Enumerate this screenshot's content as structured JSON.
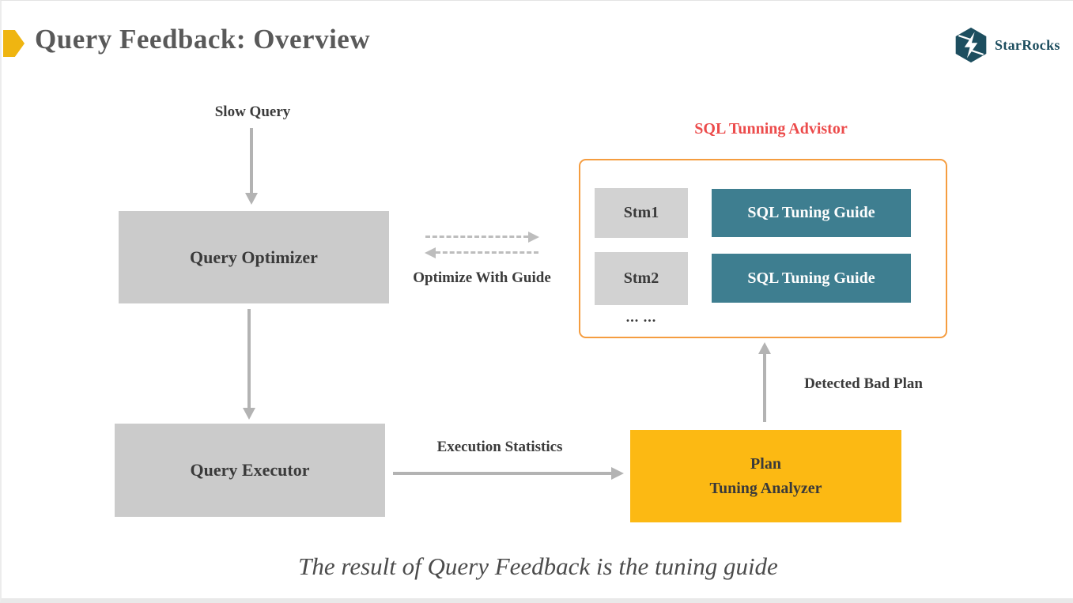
{
  "page": {
    "title": "Query Feedback: Overview",
    "brand": "StarRocks",
    "caption": "The result of Query Feedback is the tuning guide"
  },
  "colors": {
    "accent_gold": "#EFB511",
    "node_gray": "#CBCBCB",
    "node_gray_small": "#D2D2D2",
    "teal": "#3E7E90",
    "analyzer_yellow": "#FCB913",
    "advisor_border_orange": "#F59D40",
    "advisor_title_red": "#EC4B4B",
    "logo_teal": "#1D4E5F",
    "arrow_gray": "#B3B3B3",
    "title_gray": "#595959"
  },
  "diagram": {
    "nodes": {
      "query_optimizer": "Query Optimizer",
      "query_executor": "Query Executor",
      "analyzer_line1": "Plan",
      "analyzer_line2": "Tuning Analyzer",
      "stm1": "Stm1",
      "stm2": "Stm2",
      "guide1": "SQL Tuning Guide",
      "guide2": "SQL Tuning Guide",
      "ellipsis": "... ..."
    },
    "labels": {
      "slow_query": "Slow Query",
      "optimize_with_guide": "Optimize With Guide",
      "execution_statistics": "Execution Statistics",
      "detected_bad_plan": "Detected Bad Plan",
      "advisor_title": "SQL Tunning Advistor"
    },
    "icons": {
      "logo": "starrocks-logo-icon",
      "bullet": "arrow-bullet-icon"
    }
  }
}
